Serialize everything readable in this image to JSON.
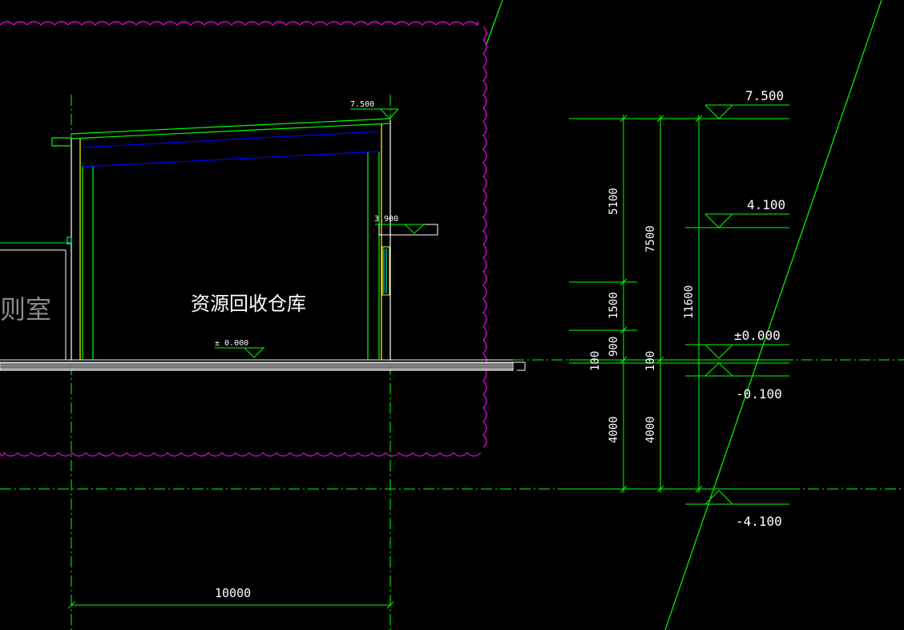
{
  "drawing": {
    "room_label": "资源回收仓库",
    "left_room_fragment": "则室",
    "colors": {
      "background": "#000000",
      "green": "#00ff00",
      "magenta": "#ff00ff",
      "yellow": "#ffff00",
      "blue": "#0000ff",
      "white": "#ffffff",
      "ground_fill": "#9a9a9a"
    },
    "section_elevations": {
      "roof": "7.500",
      "window": "3.900",
      "floor": "± 0.000"
    },
    "bottom_dimension": "10000",
    "right_elevations": {
      "top": "7.500",
      "mid": "4.100",
      "zero": "±0.000",
      "minus_small": "-0.100",
      "bottom": "-4.100"
    },
    "dimension_chain_1": [
      "5100",
      "1500",
      "900",
      "100",
      "4000"
    ],
    "dimension_chain_2": [
      "7500",
      "100",
      "4000"
    ],
    "dimension_total": "11600"
  }
}
